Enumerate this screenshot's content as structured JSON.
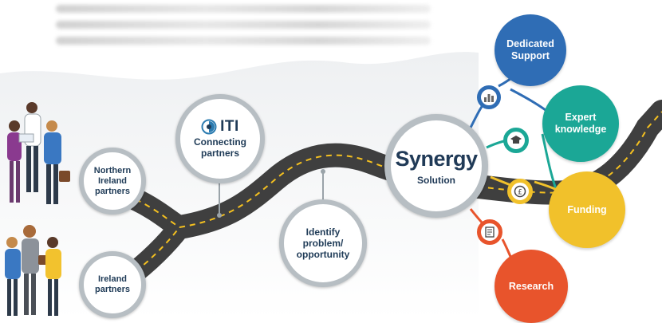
{
  "nodes": {
    "northern_ireland": "Northern\nIreland\npartners",
    "ireland": "Ireland\npartners",
    "iti_logo_text": "ITI",
    "iti_sub": "Connecting\npartners",
    "identify": "Identify\nproblem/\nopportunity",
    "synergy_title": "Synergy",
    "synergy_sub": "Solution"
  },
  "outcomes": {
    "dedicated_support": "Dedicated\nSupport",
    "expert_knowledge": "Expert\nknowledge",
    "funding": "Funding",
    "research": "Research"
  },
  "colors": {
    "support": "#2f6db5",
    "expert": "#1ba796",
    "funding": "#f1c12b",
    "research": "#e8542c",
    "road": "#3f3f3f",
    "road_dash": "#f4c020",
    "grey_ring": "#b7bec3",
    "text_dark": "#1f3b57"
  },
  "icons": [
    "bar-chart-icon",
    "graduation-cap-icon",
    "pound-coin-icon",
    "document-icon",
    "iti-logo-icon",
    "people-illustration"
  ]
}
